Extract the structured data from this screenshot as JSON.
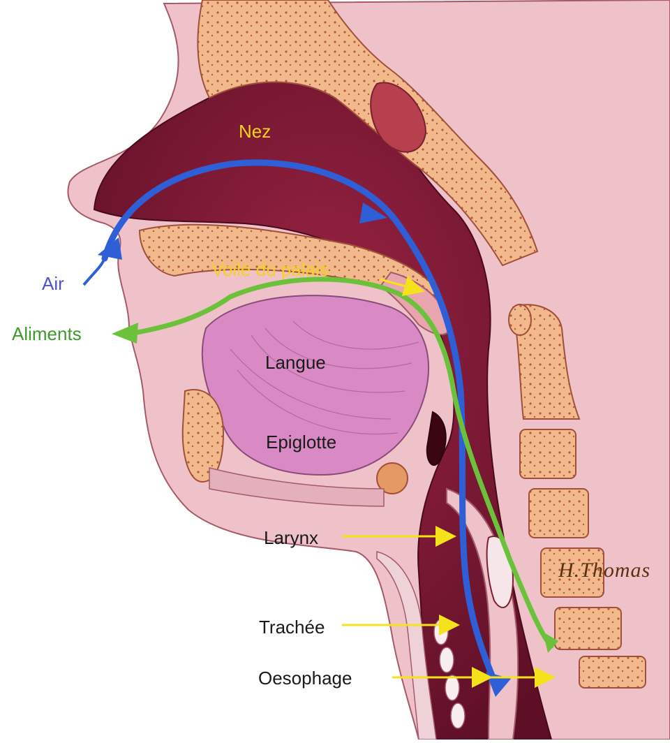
{
  "labels": {
    "nez": "Nez",
    "air": "Air",
    "voile": "Voile du palais",
    "aliments": "Aliments",
    "langue": "Langue",
    "epiglotte": "Epiglotte",
    "larynx": "Larynx",
    "trachee": "Trachée",
    "oesophage": "Oesophage"
  },
  "signature": "H.Thomas",
  "colors": {
    "air_path": "#2f5fd6",
    "food_path": "#6cc13a",
    "pointer": "#f6e21a",
    "tissue": "#e9a7b3",
    "cavity": "#7a1633",
    "bone": "#e59a66",
    "tongue": "#d98ac4"
  }
}
